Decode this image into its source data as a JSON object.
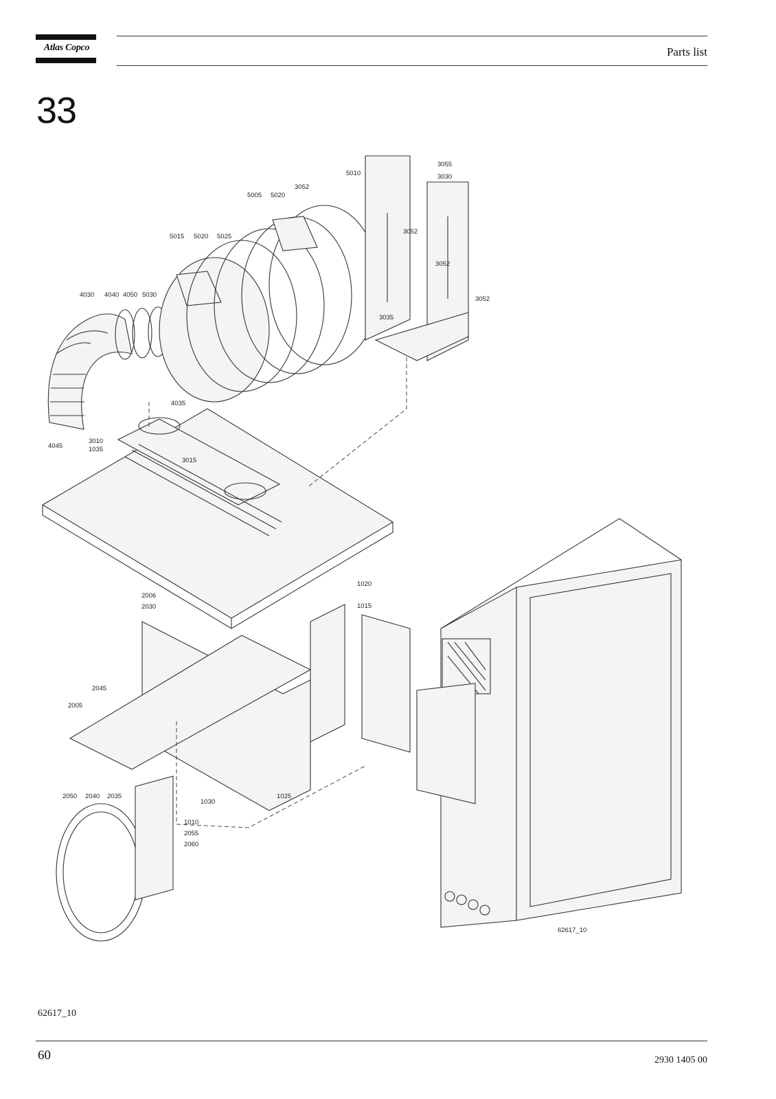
{
  "header": {
    "logo_text": "Atlas Copco",
    "title": "Parts list"
  },
  "section": {
    "number": "33"
  },
  "figure": {
    "drawing_label": "62617_10",
    "callouts": [
      "3055",
      "3030",
      "5010",
      "3052",
      "5005",
      "5020",
      "5015",
      "5020",
      "5025",
      "3052",
      "3052",
      "3052",
      "4030",
      "4040",
      "4050",
      "5030",
      "3035",
      "4035",
      "4045",
      "3010",
      "1035",
      "3015",
      "1020",
      "2006",
      "1015",
      "2030",
      "2045",
      "2005",
      "2050",
      "2040",
      "2035",
      "1030",
      "1025",
      "1010",
      "2055",
      "2060"
    ]
  },
  "caption": "62617_10",
  "footer": {
    "page_number": "60",
    "document_number": "2930 1405 00"
  }
}
